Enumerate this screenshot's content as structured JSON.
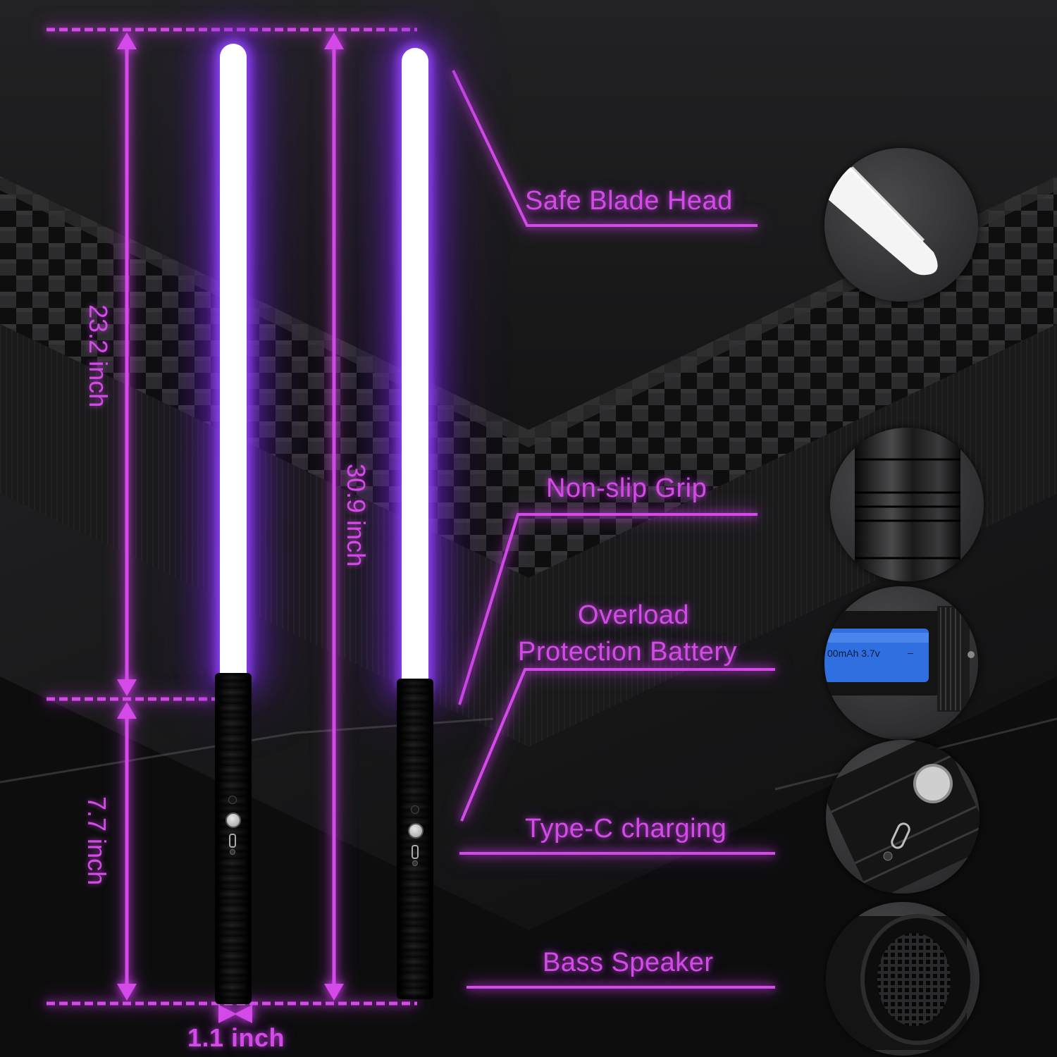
{
  "colors": {
    "accent": "#d44ae8",
    "blade_glow": "#8a3cff",
    "blade_core": "#ffffff",
    "background": "#151516",
    "battery_blue": "#2f6fe0"
  },
  "dimensions": {
    "blade_length": "23.2 inch",
    "total_length": "30.9 inch",
    "hilt_length": "7.7 inch",
    "hilt_diameter": "1.1 inch"
  },
  "features": [
    {
      "label": "Safe Blade Head",
      "icon": "blade-tip-closeup"
    },
    {
      "label": "Non-slip Grip",
      "icon": "grip-closeup"
    },
    {
      "label": "Overload\nProtection Battery",
      "line1": "Overload",
      "line2": "Protection Battery",
      "icon": "battery-closeup"
    },
    {
      "label": "Type-C charging",
      "icon": "type-c-port-closeup"
    },
    {
      "label": "Bass Speaker",
      "icon": "speaker-closeup"
    }
  ],
  "battery": {
    "text": "00mAh 3.7v",
    "minus": "–"
  }
}
